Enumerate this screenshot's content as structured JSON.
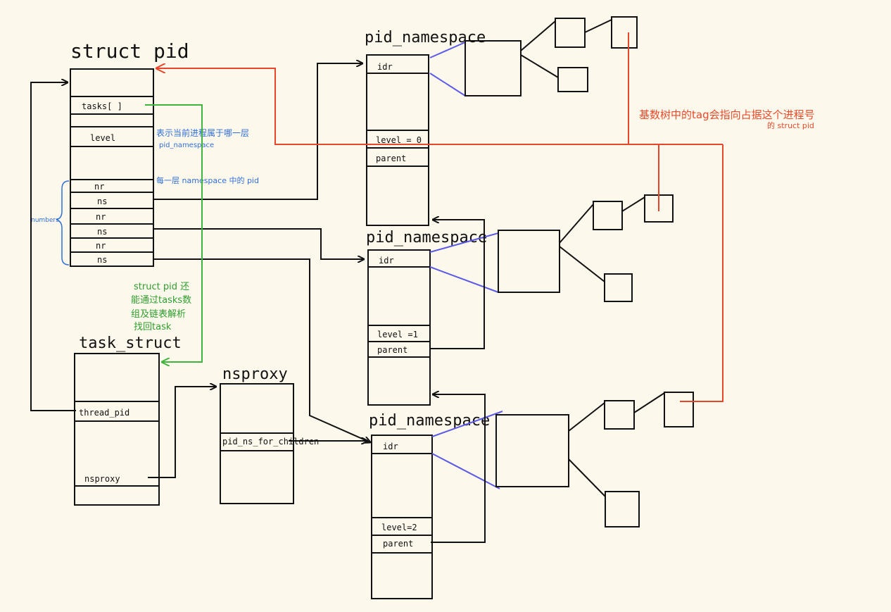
{
  "struct_pid": {
    "title": "struct pid",
    "fields": [
      "tasks[ ]",
      "level",
      "nr",
      "ns",
      "nr",
      "ns",
      "nr",
      "ns"
    ],
    "numbers_label": "numbers"
  },
  "task_struct": {
    "title": "task_struct",
    "fields": [
      "thread_pid",
      "nsproxy"
    ]
  },
  "nsproxy": {
    "title": "nsproxy",
    "fields": [
      "pid_ns_for_children"
    ]
  },
  "namespaces": [
    {
      "title": "pid_namespace",
      "idr": "idr",
      "level": "level = 0",
      "parent": "parent"
    },
    {
      "title": "pid_namespace",
      "idr": "idr",
      "level": "level =1",
      "parent": "parent"
    },
    {
      "title": "pid_namespace",
      "idr": "idr",
      "level": "level=2",
      "parent": "parent"
    }
  ],
  "annotations": {
    "level_note_line1": "表示当前进程属于哪一层",
    "level_note_line2": "pid_namespace",
    "nr_note": "每一层 namespace 中的 pid",
    "green_note": [
      "struct pid 还",
      "能通过tasks数",
      "组及链表解析",
      "找回task"
    ],
    "red_note_line1": "基数树中的tag会指向占据这个进程号",
    "red_note_line2": "的 struct pid"
  },
  "colors": {
    "background": "#fdf8ec",
    "ink": "#111111",
    "blue": "#2f6fd6",
    "green": "#3fb53f",
    "red": "#e8462a",
    "purple": "#5b5be6"
  }
}
